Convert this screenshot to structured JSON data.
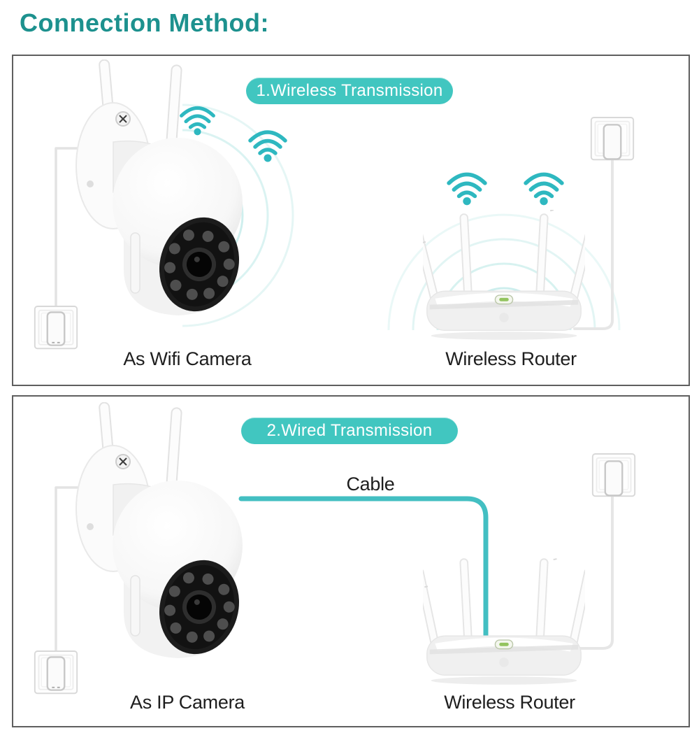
{
  "header": {
    "title": "Connection Method:"
  },
  "colors": {
    "accent_teal": "#41c6c0",
    "wifi_icon_teal": "#2eb8c0",
    "title_teal": "#1d918e",
    "cable_teal": "#43bfc2"
  },
  "icons": {
    "wifi": "wifi-signal-icon",
    "signal_waves": "signal-waves-arcs",
    "outlet": "wall-outlet",
    "camera": "ptz-wifi-camera",
    "router": "four-antenna-router"
  },
  "panels": {
    "wireless": {
      "badge": "1.Wireless Transmission",
      "camera_label": "As Wifi Camera",
      "router_label": "Wireless Router"
    },
    "wired": {
      "badge": "2.Wired Transmission",
      "cable_label": "Cable",
      "camera_label": "As IP Camera",
      "router_label": "Wireless Router"
    }
  }
}
